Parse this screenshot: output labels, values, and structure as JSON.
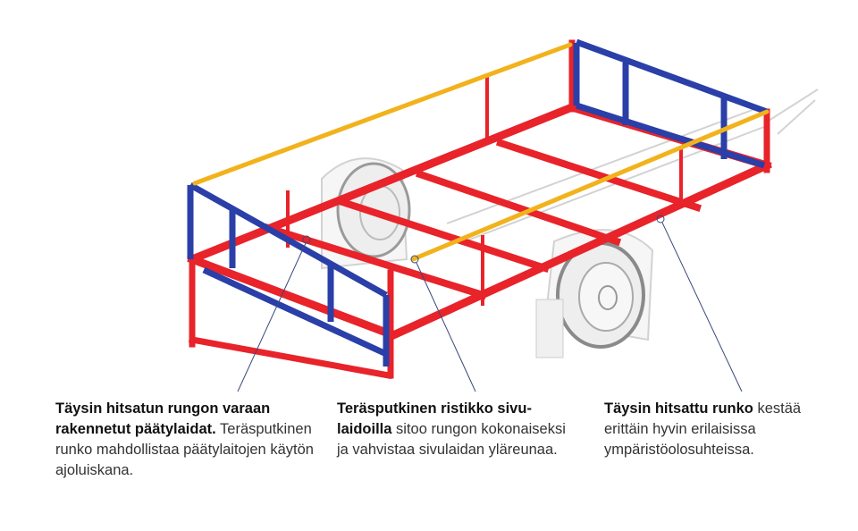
{
  "colors": {
    "frame": "#e8232a",
    "gate": "#2a3fa8",
    "rail": "#f2b21c",
    "callout": "#3a4a7a"
  },
  "captions": [
    {
      "bold": "Täysin hitsatun rungon varaan rakennetut päätylaidat.",
      "text": " Teräs­putkinen runko mahdollistaa päätylaitojen käytön ajoluiskana."
    },
    {
      "bold": "Teräsputkinen ristikko sivu­laidoilla",
      "text": " sitoo rungon kokonai­seksi ja vahvistaa sivulaidan yläreunaa."
    },
    {
      "bold": "Täysin hitsattu runko",
      "text": " kestää erittäin hyvin erilaisissa ympäristöolo­suhteissa."
    }
  ]
}
